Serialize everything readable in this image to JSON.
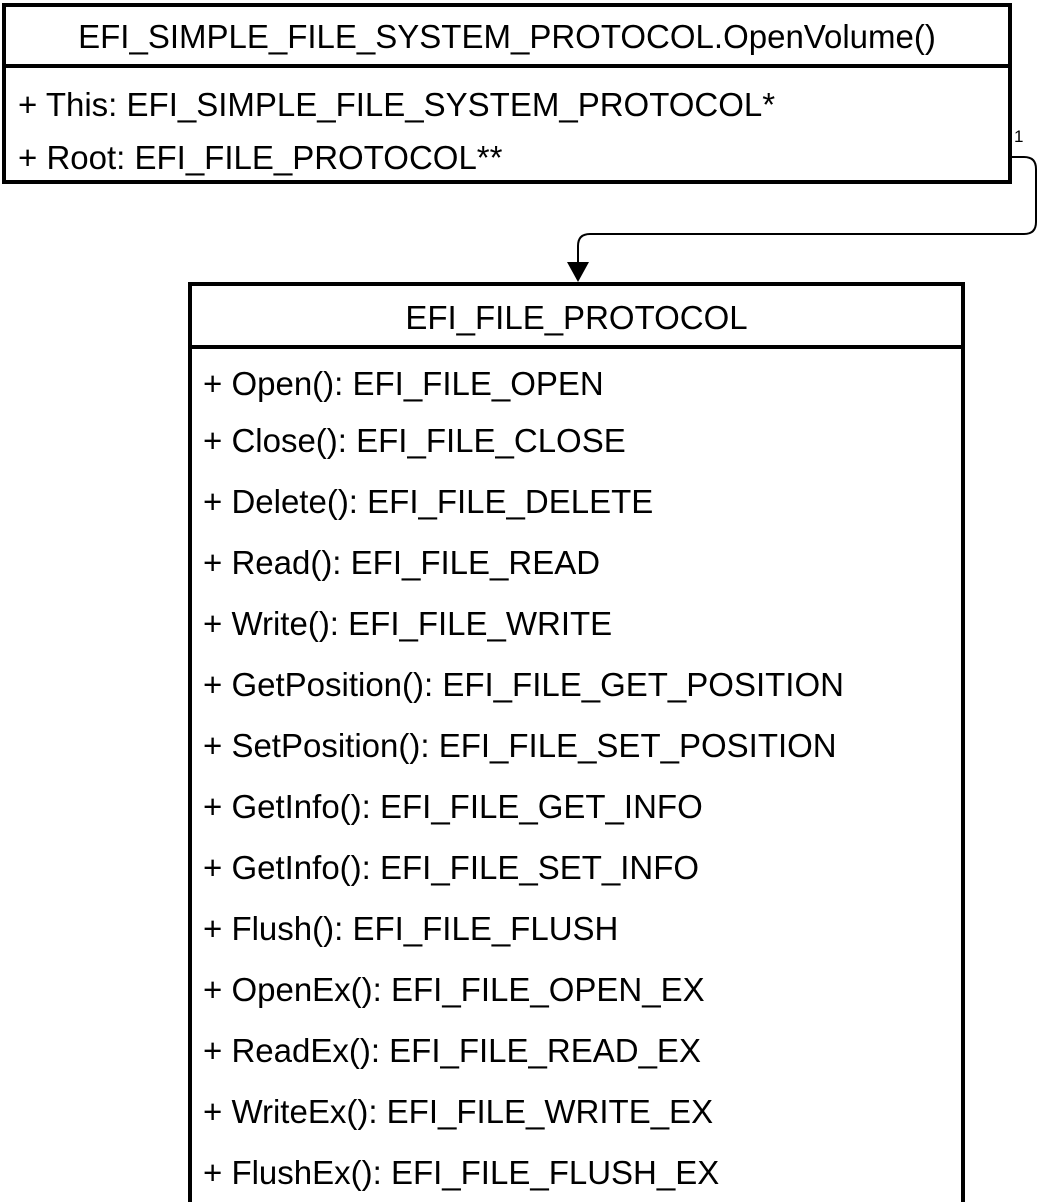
{
  "source_class": {
    "title": "EFI_SIMPLE_FILE_SYSTEM_PROTOCOL.OpenVolume()",
    "members": [
      "+ This: EFI_SIMPLE_FILE_SYSTEM_PROTOCOL*",
      "+ Root: EFI_FILE_PROTOCOL**"
    ]
  },
  "association": {
    "multiplicity": "1"
  },
  "target_class": {
    "title": "EFI_FILE_PROTOCOL",
    "members": [
      "+ Open(): EFI_FILE_OPEN",
      "+ Close(): EFI_FILE_CLOSE",
      "+ Delete(): EFI_FILE_DELETE",
      "+ Read(): EFI_FILE_READ",
      "+ Write(): EFI_FILE_WRITE",
      "+ GetPosition(): EFI_FILE_GET_POSITION",
      "+ SetPosition(): EFI_FILE_SET_POSITION",
      "+ GetInfo(): EFI_FILE_GET_INFO",
      "+ GetInfo(): EFI_FILE_SET_INFO",
      "+ Flush(): EFI_FILE_FLUSH",
      "+ OpenEx(): EFI_FILE_OPEN_EX",
      "+ ReadEx(): EFI_FILE_READ_EX",
      "+ WriteEx(): EFI_FILE_WRITE_EX",
      "+ FlushEx(): EFI_FILE_FLUSH_EX"
    ]
  }
}
